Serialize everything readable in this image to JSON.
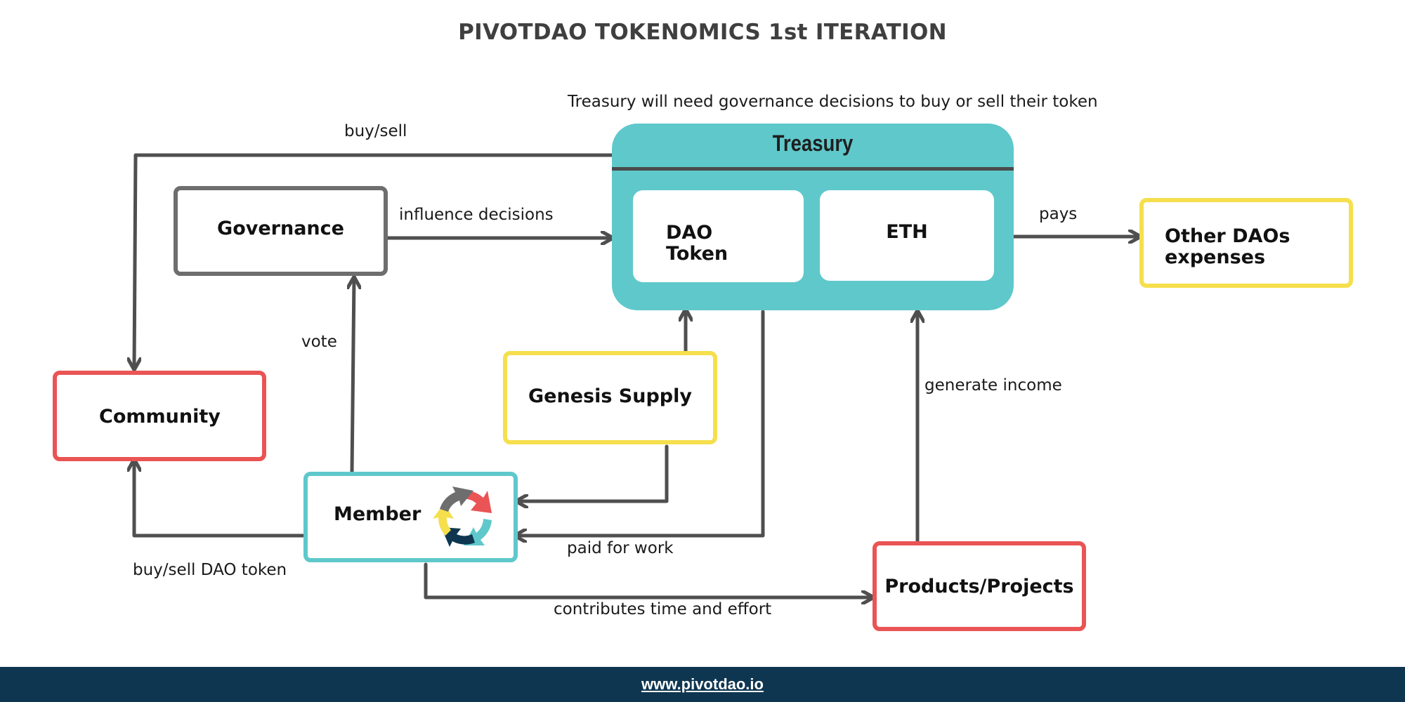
{
  "title": "PIVOTDAO TOKENOMICS 1st ITERATION",
  "note": "Treasury will need governance decisions to buy or sell their token",
  "nodes": {
    "treasury": "Treasury",
    "dao_token": "DAO\nToken",
    "eth": "ETH",
    "governance": "Governance",
    "other_daos": "Other DAOs\nexpenses",
    "community": "Community",
    "genesis_supply": "Genesis Supply",
    "member": "Member",
    "products_projects": "Products/Projects"
  },
  "edge_labels": {
    "buy_sell": "buy/sell",
    "influence_decisions": "influence decisions",
    "pays": "pays",
    "vote": "vote",
    "generate_income": "generate income",
    "paid_for_work": "paid for work",
    "buy_sell_dao_token": "buy/sell DAO token",
    "contributes": "contributes time and effort"
  },
  "colors": {
    "teal": "#5fc8cb",
    "red": "#ea5455",
    "yellow": "#f5df4d",
    "gray": "#6e6e6e",
    "arrow": "#4f4f4f",
    "footer": "#0f3650",
    "cycle_icon": [
      "#ea5455",
      "#5fc8cb",
      "#0f3650",
      "#f5df4d",
      "#6e6e6e"
    ]
  },
  "footer": {
    "link": "www.pivotdao.io"
  }
}
